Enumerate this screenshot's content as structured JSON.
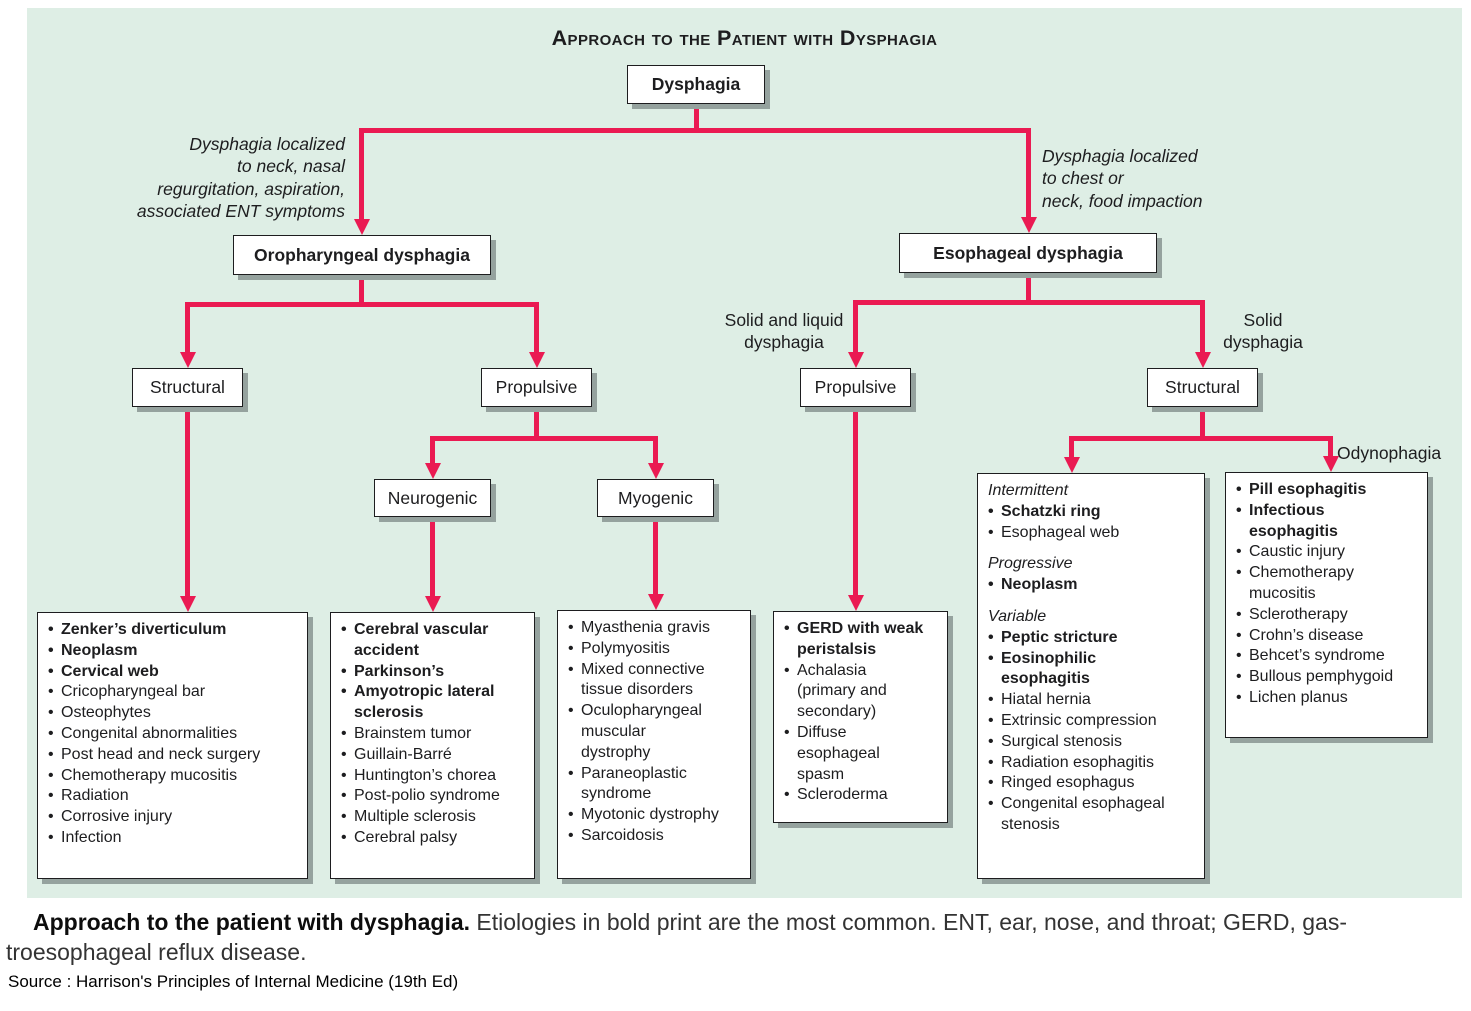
{
  "title": "Approach to the Patient with Dysphagia",
  "colors": {
    "panel_bg": "#deeee5",
    "arrow": "#ea1a52",
    "box_border": "#1d1d1f",
    "box_shadow": "#95a29e"
  },
  "nodes": {
    "dysphagia": "Dysphagia",
    "oropharyngeal": "Oropharyngeal dysphagia",
    "esophageal": "Esophageal dysphagia",
    "structural_left": "Structural",
    "propulsive_left": "Propulsive",
    "neurogenic": "Neurogenic",
    "myogenic": "Myogenic",
    "propulsive_right": "Propulsive",
    "structural_right": "Structural"
  },
  "annotations": {
    "left_branch": "Dysphagia localized\nto neck, nasal\nregurgitation, aspiration,\nassociated ENT symptoms",
    "right_branch": "Dysphagia localized\nto chest or\nneck, food impaction",
    "solid_liquid": "Solid and liquid\ndysphagia",
    "solid": "Solid\ndysphagia",
    "odynophagia": "Odynophagia"
  },
  "lists": {
    "structural_left": {
      "items": [
        {
          "text": "Zenker’s diverticulum",
          "bold": true
        },
        {
          "text": "Neoplasm",
          "bold": true
        },
        {
          "text": "Cervical web",
          "bold": true
        },
        {
          "text": "Cricopharyngeal bar"
        },
        {
          "text": "Osteophytes"
        },
        {
          "text": "Congenital abnormalities"
        },
        {
          "text": "Post head and neck surgery"
        },
        {
          "text": "Chemotherapy mucositis"
        },
        {
          "text": "Radiation"
        },
        {
          "text": "Corrosive injury"
        },
        {
          "text": "Infection"
        }
      ]
    },
    "neurogenic": {
      "items": [
        {
          "text": "Cerebral vascular\naccident",
          "bold": true
        },
        {
          "text": "Parkinson’s",
          "bold": true
        },
        {
          "text": "Amyotropic lateral\nsclerosis",
          "bold": true
        },
        {
          "text": "Brainstem tumor"
        },
        {
          "text": "Guillain-Barré"
        },
        {
          "text": "Huntington’s chorea"
        },
        {
          "text": "Post-polio syndrome"
        },
        {
          "text": "Multiple sclerosis"
        },
        {
          "text": "Cerebral palsy"
        }
      ]
    },
    "myogenic": {
      "items": [
        {
          "text": "Myasthenia gravis"
        },
        {
          "text": "Polymyositis"
        },
        {
          "text": "Mixed connective\ntissue disorders"
        },
        {
          "text": "Oculopharyngeal\nmuscular\ndystrophy"
        },
        {
          "text": "Paraneoplastic\nsyndrome"
        },
        {
          "text": "Myotonic dystrophy"
        },
        {
          "text": "Sarcoidosis"
        }
      ]
    },
    "propulsive_right": {
      "items": [
        {
          "text": "GERD with weak\nperistalsis",
          "bold": true
        },
        {
          "text": "Achalasia\n(primary and\nsecondary)"
        },
        {
          "text": "Diffuse\nesophageal\nspasm"
        },
        {
          "text": "Scleroderma"
        }
      ]
    },
    "structural_right": {
      "items": [
        {
          "text": "Intermittent",
          "heading": true
        },
        {
          "text": "Schatzki ring",
          "bold": true
        },
        {
          "text": "Esophageal web"
        },
        {
          "text": "Progressive",
          "heading": true,
          "gap": true
        },
        {
          "text": "Neoplasm",
          "bold": true
        },
        {
          "text": "Variable",
          "heading": true,
          "gap": true
        },
        {
          "text": "Peptic stricture",
          "bold": true
        },
        {
          "text": "Eosinophilic\nesophagitis",
          "bold": true
        },
        {
          "text": "Hiatal hernia"
        },
        {
          "text": "Extrinsic compression"
        },
        {
          "text": "Surgical stenosis"
        },
        {
          "text": "Radiation esophagitis"
        },
        {
          "text": "Ringed esophagus"
        },
        {
          "text": "Congenital esophageal\nstenosis"
        }
      ]
    },
    "odynophagia": {
      "items": [
        {
          "text": "Pill esophagitis",
          "bold": true
        },
        {
          "text": "Infectious\nesophagitis",
          "bold": true
        },
        {
          "text": "Caustic injury"
        },
        {
          "text": "Chemotherapy\nmucositis"
        },
        {
          "text": "Sclerotherapy"
        },
        {
          "text": "Crohn’s disease"
        },
        {
          "text": "Behcet’s syndrome"
        },
        {
          "text": "Bullous pemphygoid"
        },
        {
          "text": "Lichen planus"
        }
      ]
    }
  },
  "caption": {
    "lead": "Approach to the patient with dysphagia.",
    "line1_rest": " Etiologies in bold print are the most common. ENT, ear, nose, and throat; GERD, gas-",
    "line2": "troesophageal reflux disease.",
    "source": "Source : Harrison's Principles of Internal Medicine (19th Ed)"
  }
}
